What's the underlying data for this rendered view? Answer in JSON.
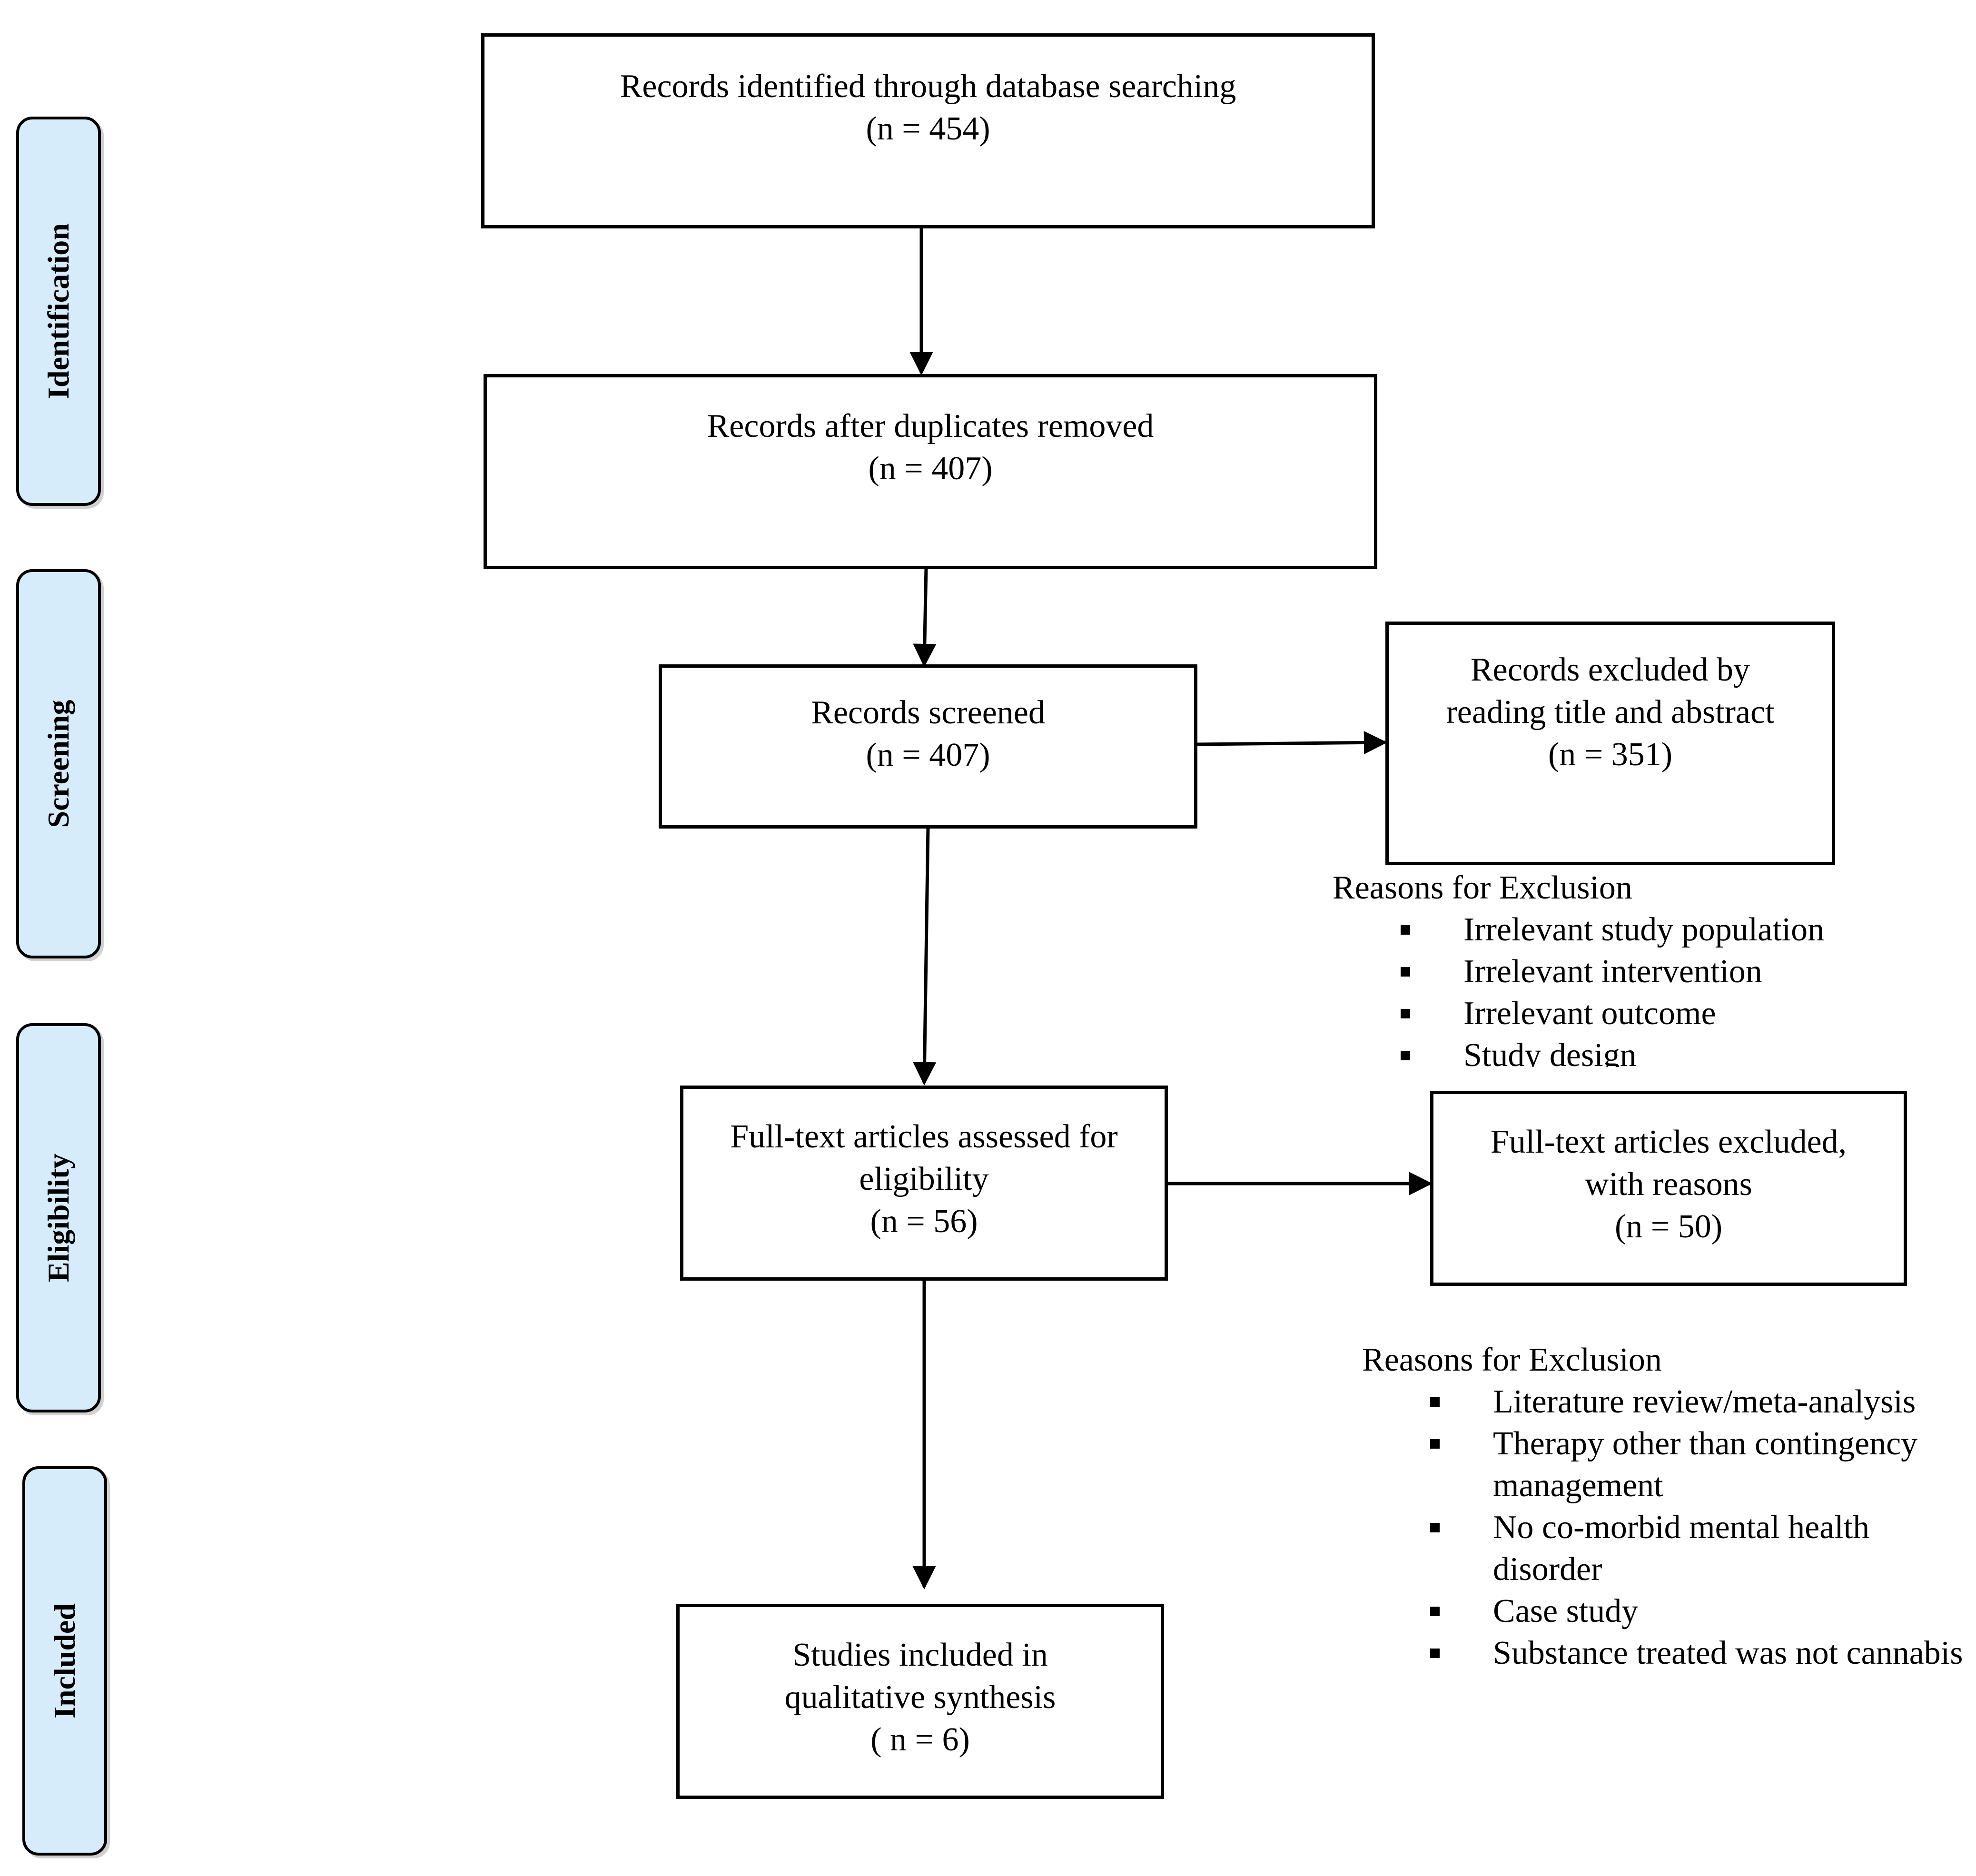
{
  "stages": [
    {
      "id": "identification",
      "label": "Identification"
    },
    {
      "id": "screening",
      "label": "Screening"
    },
    {
      "id": "eligibility",
      "label": "Eligibility"
    },
    {
      "id": "included",
      "label": "Included"
    }
  ],
  "boxes": {
    "identified": {
      "lines": [
        "Records identified through database searching",
        "(n = 454)"
      ]
    },
    "deduplicated": {
      "lines": [
        "Records after duplicates removed",
        "(n = 407)"
      ]
    },
    "screened": {
      "lines": [
        "Records screened",
        "(n = 407)"
      ]
    },
    "excluded_title_abstract": {
      "lines": [
        "Records excluded by",
        "reading title and abstract",
        "(n = 351)"
      ]
    },
    "full_text_assessed": {
      "lines": [
        "Full-text articles assessed  for",
        "eligibility",
        "(n = 56)"
      ]
    },
    "full_text_excluded": {
      "lines": [
        "Full-text articles excluded,",
        "with reasons",
        "(n = 50)"
      ]
    },
    "included": {
      "lines": [
        "Studies included in",
        "qualitative synthesis",
        "( n = 6)"
      ]
    }
  },
  "screening_exclusion": {
    "title": "Reasons for Exclusion",
    "items": [
      "Irrelevant study population",
      "Irrelevant intervention",
      "Irrelevant outcome",
      "Study design"
    ]
  },
  "eligibility_exclusion": {
    "title": "Reasons for Exclusion",
    "items": [
      "Literature review/meta-analysis",
      "Therapy other than contingency management",
      "No co-morbid mental health disorder",
      "Case study",
      "Substance treated was not cannabis"
    ]
  },
  "colors": {
    "stage_fill": "#d6ecfb",
    "stroke": "#000000",
    "box_fill": "#ffffff"
  }
}
